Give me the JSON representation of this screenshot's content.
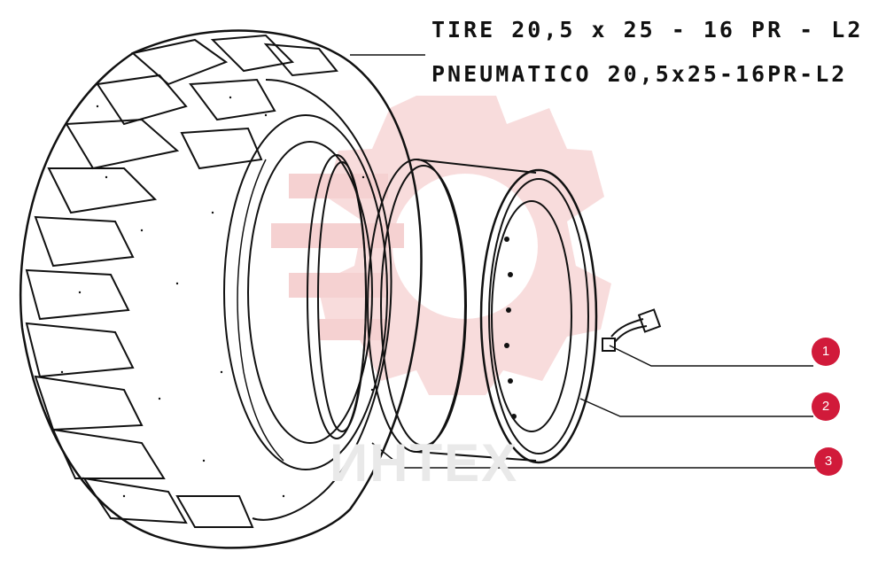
{
  "title": {
    "line1": "TIRE 20,5 x 25 - 16 PR  - L2",
    "line2": "PNEUMATICO 20,5x25-16PR-L2"
  },
  "watermark": "ИНТЕХ",
  "callouts": [
    "1",
    "2",
    "3"
  ],
  "colors": {
    "callout": "#d11a3a",
    "watermark": "#f6d3d3",
    "line": "#111111"
  },
  "icons": {
    "watermark_logo": "gear-logo-watermark"
  }
}
